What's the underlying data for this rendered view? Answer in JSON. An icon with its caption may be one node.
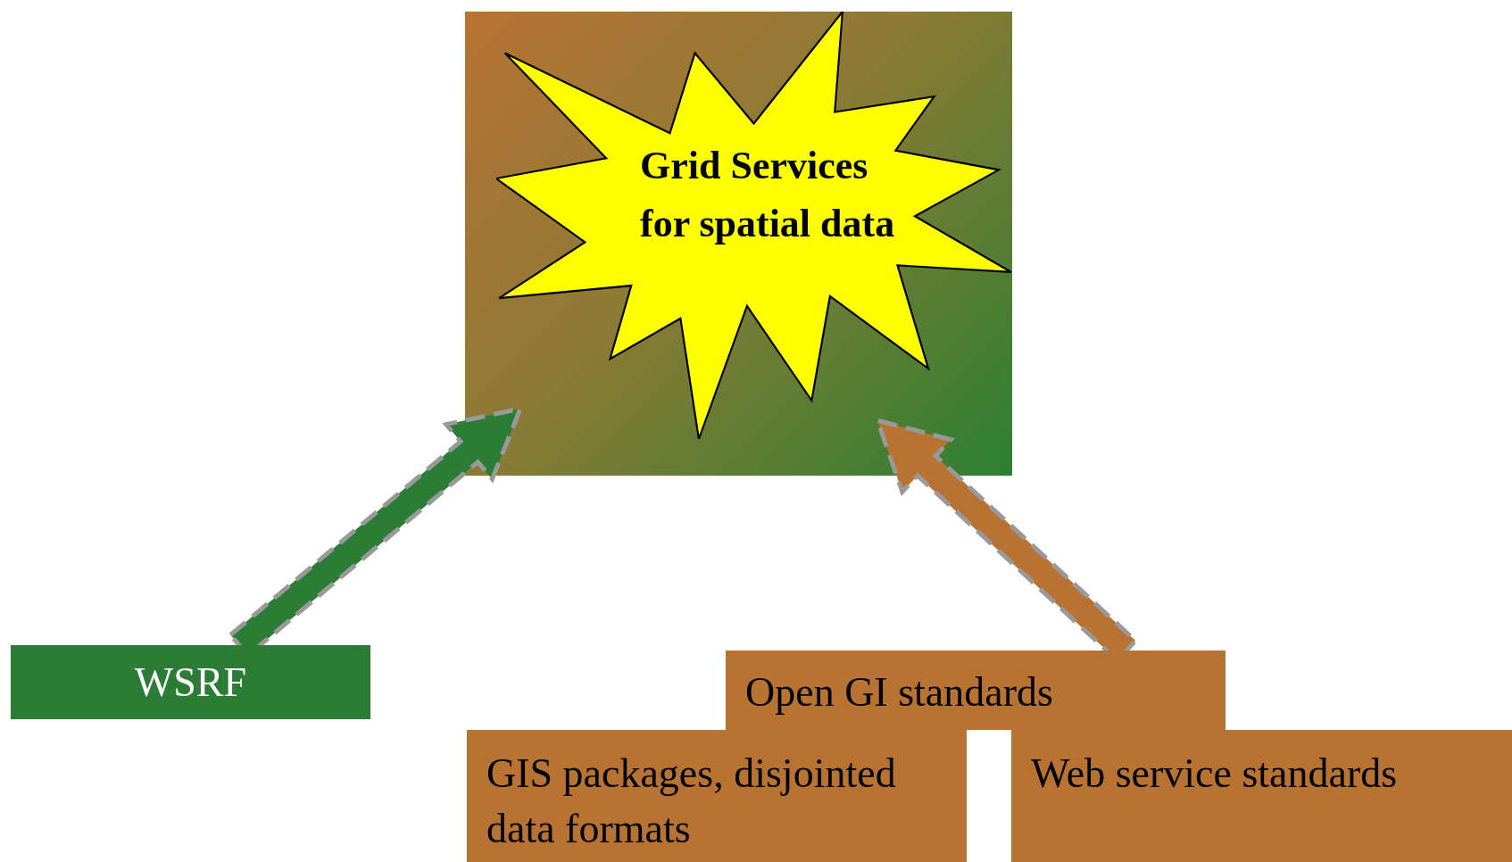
{
  "diagram": {
    "nodes": [
      {
        "text": [],
        "shape": "box"
      },
      {
        "text": [
          "Grid Services for spatial data"
        ],
        "in": 0
      },
      {
        "text": [
          "WSRF"
        ]
      },
      {
        "text": [
          "Open GI standards"
        ]
      },
      {
        "text": [
          "GIS packages, disjointed data formats"
        ]
      },
      {
        "text": [
          "Web service standards"
        ]
      }
    ],
    "edges": [
      {
        "from": 2,
        "to": 0,
        "arrow": "to",
        "style": "thick",
        "color": "#2b7d35"
      },
      {
        "from": 3,
        "to": 0,
        "arrow": "to",
        "style": "thick",
        "color": "#b87333"
      }
    ]
  }
}
